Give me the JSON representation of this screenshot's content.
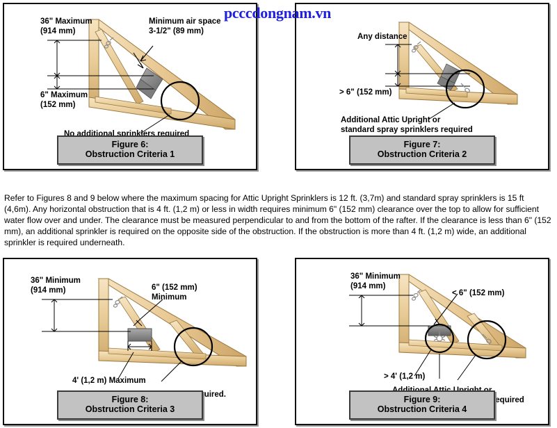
{
  "watermark": "pcccdongnam.vn",
  "body_paragraph": " Refer to Figures 8 and 9 below where the maximum spacing for Attic Upright Sprinklers is 12 ft. (3,7m) and standard spray sprinklers is 15 ft (4,6m). Any horizontal obstruction that is 4 ft. (1,2 m) or less in width requires minimum 6\" (152 mm) clearance over the top to allow for sufficient water flow over and under. The clearance must be measured perpendicular to and from the bottom of the rafter. If the clearance is less than 6\" (152 mm), an additional sprinkler  is required on the opposite side of the obstruction. If the obstruction is more than 4 ft. (1,2 m) wide, an additional sprinkler is required underneath.",
  "colors": {
    "wood_light": "#F2DCB4",
    "wood_mid": "#E4C28C",
    "wood_dark": "#C79E61",
    "wood_edge": "#9A7840",
    "obstruction_gray": "#8C8C8C",
    "obstruction_gray_dark": "#6E6E6E",
    "caption_bg": "#C2C2C2",
    "watermark_blue": "#2020DD",
    "panel_border": "#111111"
  },
  "figures": [
    {
      "id": "fig6",
      "caption_line1": "Figure 6:",
      "caption_line2": "Obstruction Criteria 1",
      "labels": {
        "top_left_l1": "36\" Maximum",
        "top_left_l2": "(914 mm)",
        "top_right_l1": "Minimum air space",
        "top_right_l2": "3-1/2\" (89 mm)",
        "mid_left_l1": "6\" Maximum",
        "mid_left_l2": "(152 mm)",
        "callout": "No additional sprinklers required"
      }
    },
    {
      "id": "fig7",
      "caption_line1": "Figure 7:",
      "caption_line2": "Obstruction Criteria 2",
      "labels": {
        "top_left": "Any distance",
        "mid_left": "> 6\" (152 mm)",
        "callout_l1": "Additional Attic Upright or",
        "callout_l2": "standard spray sprinklers required"
      }
    },
    {
      "id": "fig8",
      "caption_line1": "Figure 8:",
      "caption_line2": "Obstruction Criteria 3",
      "labels": {
        "top_left_l1": "36\" Minimum",
        "top_left_l2": "(914 mm)",
        "top_right_l1": "6\" (152 mm)",
        "top_right_l2": "Minimum",
        "width_label": "4' (1,2 m) Maximum",
        "callout": "No additional sprinkler required."
      }
    },
    {
      "id": "fig9",
      "caption_line1": "Figure 9:",
      "caption_line2": "Obstruction Criteria 4",
      "labels": {
        "top_left_l1": "36\" Minimum",
        "top_left_l2": "(914 mm)",
        "top_right": "< 6\" (152 mm)",
        "width_label": "> 4' (1,2 m)",
        "callout_l1": "Additional Attic Upright or",
        "callout_l2": "standard spray sprinklers required"
      }
    }
  ]
}
